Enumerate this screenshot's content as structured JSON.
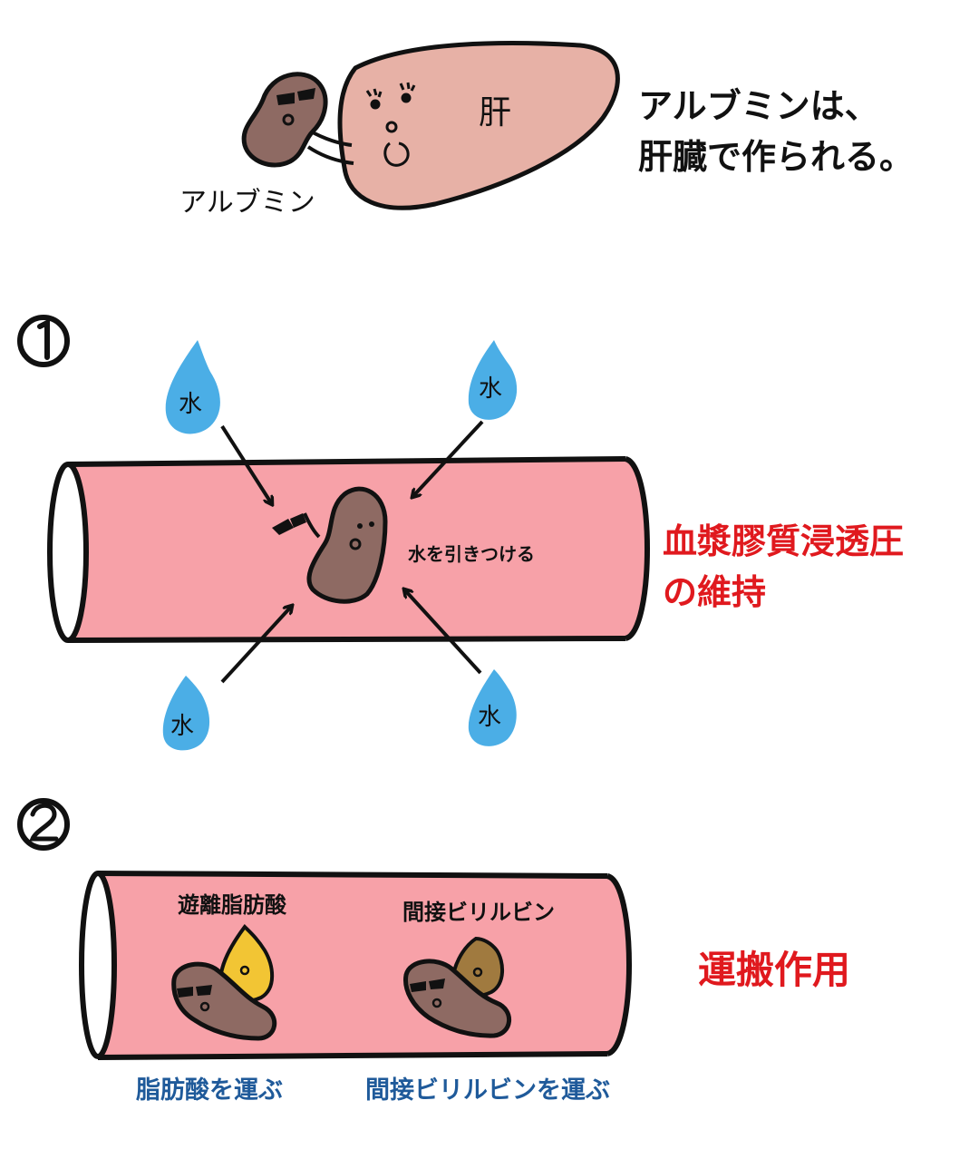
{
  "top": {
    "liver_label": "肝",
    "albumin_label": "アルブミン",
    "caption_line1": "アルブミンは、",
    "caption_line2": "肝臓で作られる。"
  },
  "section1": {
    "number": "①",
    "water_label": "水",
    "center_text": "水を引きつける",
    "result_line1": "血漿膠質浸透圧",
    "result_line2": "の維持"
  },
  "section2": {
    "number": "②",
    "item1_title": "遊離脂肪酸",
    "item2_title": "間接ビリルビン",
    "item1_caption": "脂肪酸を運ぶ",
    "item2_caption": "間接ビリルビンを運ぶ",
    "result": "運搬作用"
  },
  "colors": {
    "vessel": "#f7a1a8",
    "liver": "#e7b1a6",
    "albumin": "#8e6a63",
    "water": "#4baee6",
    "fatty_acid": "#f2c534",
    "bilirubin": "#a07a3f",
    "accent_red": "#e0191e",
    "caption_blue": "#1f5a9a"
  }
}
